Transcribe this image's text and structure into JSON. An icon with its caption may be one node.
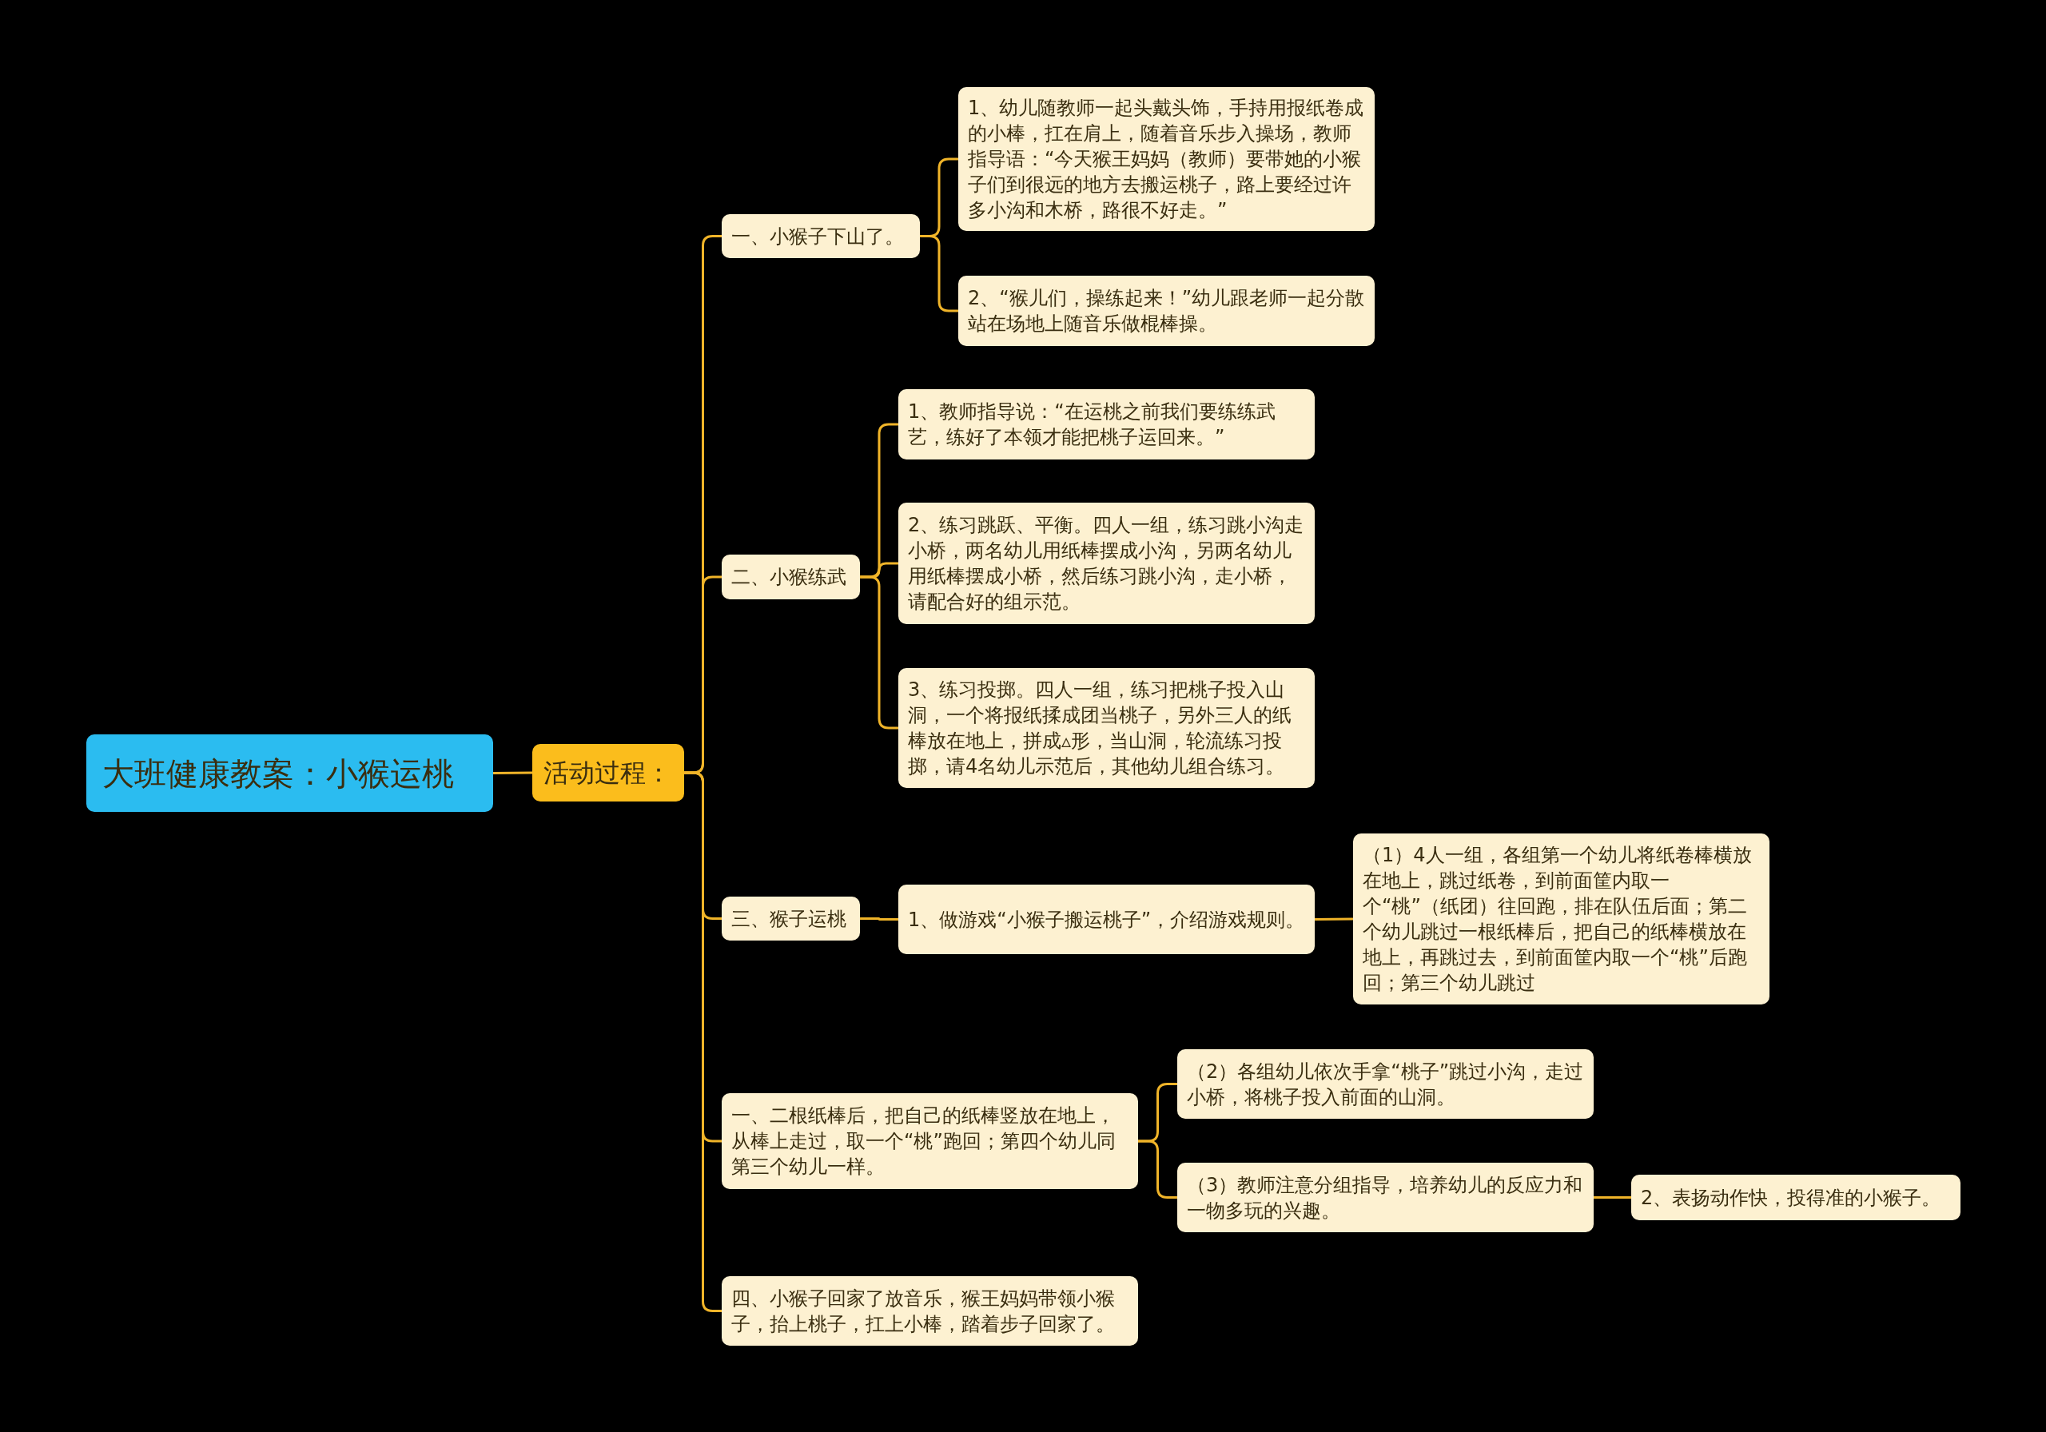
{
  "diagram": {
    "nodes": [
      {
        "text": [
          "大班健康教案：小猴运桃"
        ]
      },
      {
        "text": [
          "活动过程："
        ]
      },
      {
        "text": [
          "一、小猴子下山了。"
        ]
      },
      {
        "text": [
          "1、幼儿随教师一起头戴头饰，手持用报纸卷成的小棒，扛在肩上，随着音乐步入操场，教师指导语：“今天猴王妈妈（教师）要带她的小猴子们到很远的地方去搬运桃子，路上要经过许多小沟和木桥，路很不好走。”"
        ]
      },
      {
        "text": [
          "2、“猴儿们，操练起来！”幼儿跟老师一起分散站在场地上随音乐做棍棒操。"
        ]
      },
      {
        "text": [
          "二、小猴练武"
        ]
      },
      {
        "text": [
          "1、教师指导说：“在运桃之前我们要练练武艺，练好了本领才能把桃子运回来。”"
        ]
      },
      {
        "text": [
          "2、练习跳跃、平衡。四人一组，练习跳小沟走小桥，两名幼儿用纸棒摆成小沟，另两名幼儿用纸棒摆成小桥，然后练习跳小沟，走小桥，请配合好的组示范。"
        ]
      },
      {
        "text": [
          "3、练习投掷。四人一组，练习把桃子投入山洞，一个将报纸揉成团当桃子，另外三人的纸棒放在地上，拼成▵形，当山洞，轮流练习投掷，请4名幼儿示范后，其他幼儿组合练习。"
        ]
      },
      {
        "text": [
          "三、猴子运桃"
        ]
      },
      {
        "text": [
          "1、做游戏“小猴子搬运桃子”，介绍游戏规则。"
        ]
      },
      {
        "text": [
          "（1）4人一组，各组第一个幼儿将纸卷棒横放在地上，跳过纸卷，到前面筐内取一个“桃”（纸团）往回跑，排在队伍后面；第二个幼儿跳过一根纸棒后，把自己的纸棒横放在地上，再跳过去，到前面筐内取一个“桃”后跑回；第三个幼儿跳过"
        ]
      },
      {
        "text": [
          "一、二根纸棒后，把自己的纸棒竖放在地上，从棒上走过，取一个“桃”跑回；第四个幼儿同第三个幼儿一样。"
        ]
      },
      {
        "text": [
          "（2）各组幼儿依次手拿“桃子”跳过小沟，走过小桥，将桃子投入前面的山洞。"
        ]
      },
      {
        "text": [
          "（3）教师注意分组指导，培养幼儿的反应力和一物多玩的兴趣。"
        ]
      },
      {
        "text": [
          "2、表扬动作快，投得准的小猴子。"
        ]
      },
      {
        "text": [
          "四、小猴子回家了放音乐，猴王妈妈带领小猴子，抬上桃子，扛上小棒，踏着步子回家了。"
        ]
      }
    ],
    "edges": [
      {
        "from": 0,
        "to": 1,
        "arrow": "none"
      },
      {
        "from": 1,
        "to": 2,
        "arrow": "none"
      },
      {
        "from": 1,
        "to": 5,
        "arrow": "none"
      },
      {
        "from": 1,
        "to": 9,
        "arrow": "none"
      },
      {
        "from": 1,
        "to": 12,
        "arrow": "none"
      },
      {
        "from": 1,
        "to": 16,
        "arrow": "none"
      },
      {
        "from": 2,
        "to": 3,
        "arrow": "none"
      },
      {
        "from": 2,
        "to": 4,
        "arrow": "none"
      },
      {
        "from": 5,
        "to": 6,
        "arrow": "none"
      },
      {
        "from": 5,
        "to": 7,
        "arrow": "none"
      },
      {
        "from": 5,
        "to": 8,
        "arrow": "none"
      },
      {
        "from": 9,
        "to": 10,
        "arrow": "none"
      },
      {
        "from": 10,
        "to": 11,
        "arrow": "none"
      },
      {
        "from": 12,
        "to": 13,
        "arrow": "none"
      },
      {
        "from": 12,
        "to": 14,
        "arrow": "none"
      },
      {
        "from": 14,
        "to": 15,
        "arrow": "none"
      }
    ]
  }
}
